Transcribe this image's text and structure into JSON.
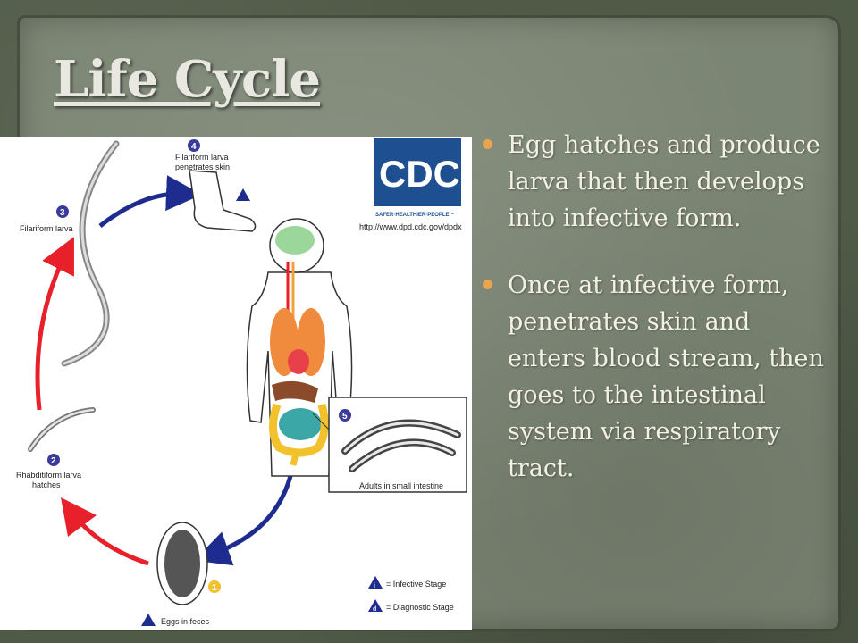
{
  "slide": {
    "title": "Life Cycle",
    "bullets": [
      "Egg hatches and produce larva that then develops into infective form.",
      "Once at infective form, penetrates skin and enters blood stream, then goes to the intestinal system via respiratory tract."
    ]
  },
  "diagram": {
    "logo": {
      "text": "CDC",
      "tagline": "SAFER·HEALTHIER·PEOPLE™",
      "url": "http://www.dpd.cdc.gov/dpdx"
    },
    "stages": [
      {
        "number": "4",
        "label_line1": "Filariform larva",
        "label_line2": "penetrates skin",
        "color": "#3b3b9c"
      },
      {
        "number": "3",
        "label_line1": "Filariform larva",
        "label_line2": "",
        "color": "#3b3b9c"
      },
      {
        "number": "2",
        "label_line1": "Rhabditiform larva",
        "label_line2": "hatches",
        "color": "#3b3b9c"
      },
      {
        "number": "1",
        "label_line1": "Eggs in feces",
        "label_line2": "",
        "color": "#f2c12e"
      },
      {
        "number": "5",
        "label_line1": "Adults in small intestine",
        "label_line2": "",
        "color": "#3b3b9c"
      }
    ],
    "legend": {
      "infective_symbol": "i",
      "infective_label": "= Infective Stage",
      "diagnostic_symbol": "d",
      "diagnostic_label": "= Diagnostic Stage"
    }
  },
  "colors": {
    "bullet": "#e7a54f",
    "panel": "#7b8573",
    "arrow_red": "#e8202a",
    "arrow_blue": "#1f2c8f"
  }
}
